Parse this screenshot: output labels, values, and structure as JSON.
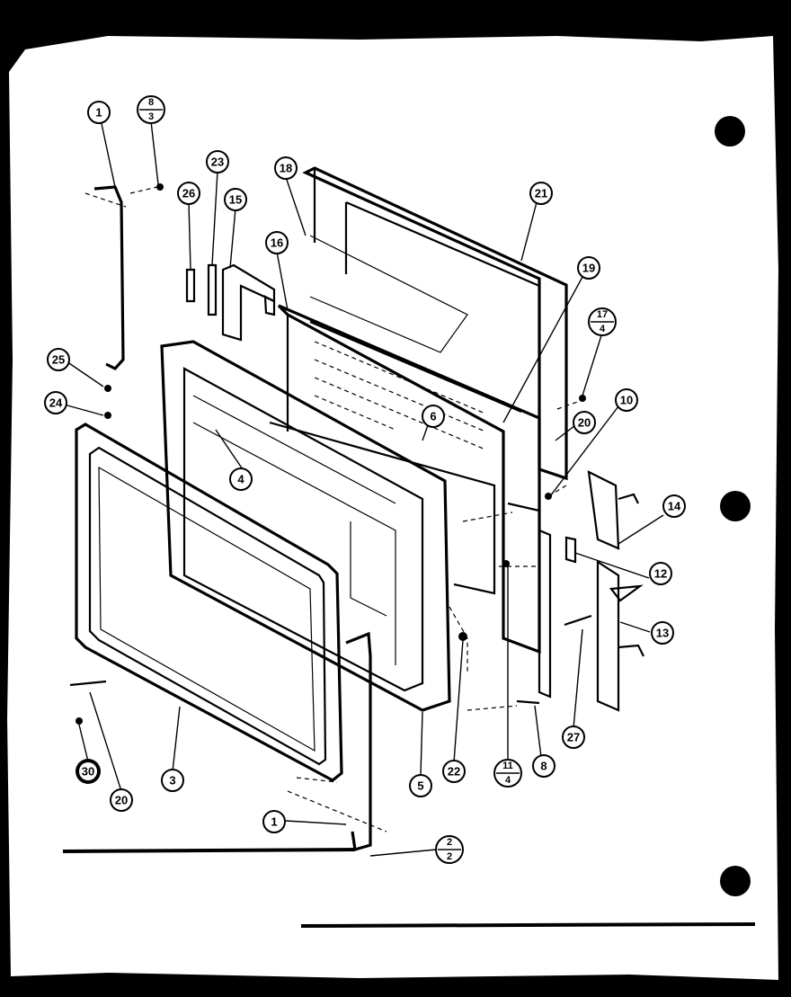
{
  "diagram": {
    "labels": {
      "l1a": "1",
      "l1b": "1",
      "l3": "3",
      "l4": "4",
      "l5": "5",
      "l6": "6",
      "l8": "8",
      "l10": "10",
      "l12": "12",
      "l13": "13",
      "l14": "14",
      "l15": "15",
      "l16": "16",
      "l18": "18",
      "l19": "19",
      "l20a": "20",
      "l20b": "20",
      "l21": "21",
      "l22": "22",
      "l23": "23",
      "l24": "24",
      "l25": "25",
      "l26": "26",
      "l27": "27",
      "l30": "30",
      "f8_3_top": "8",
      "f8_3_bot": "3",
      "f17_4_top": "17",
      "f17_4_bot": "4",
      "f11_4_top": "11",
      "f11_4_bot": "4",
      "f2_2_top": "2",
      "f2_2_bot": "2"
    }
  }
}
